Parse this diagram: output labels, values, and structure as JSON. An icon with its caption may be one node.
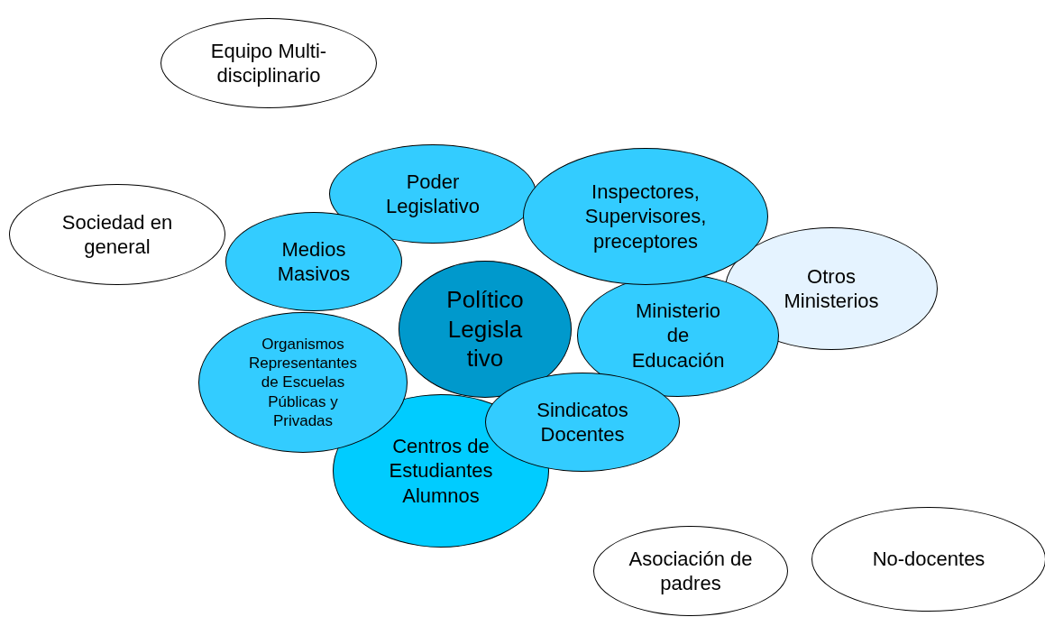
{
  "diagram": {
    "nodes": [
      {
        "text": [
          "Equipo Multi-disciplinario"
        ]
      },
      {
        "text": [
          "Poder Legislativo"
        ]
      },
      {
        "text": [
          "Inspectores, Supervisores, preceptores"
        ]
      },
      {
        "text": [
          "Sociedad en general"
        ]
      },
      {
        "text": [
          "Otros Ministerios"
        ]
      },
      {
        "text": [
          "Medios Masivos"
        ]
      },
      {
        "text": [
          "Político Legislativo"
        ]
      },
      {
        "text": [
          "Ministerio de Educación"
        ]
      },
      {
        "text": [
          "Organismos Representantes de Escuelas Públicas y Privadas"
        ]
      },
      {
        "text": [
          "Sindicatos Docentes"
        ]
      },
      {
        "text": [
          "Centros de Estudiantes Alumnos"
        ]
      },
      {
        "text": [
          "Asociación de padres"
        ]
      },
      {
        "text": [
          "No-docentes"
        ]
      }
    ]
  }
}
